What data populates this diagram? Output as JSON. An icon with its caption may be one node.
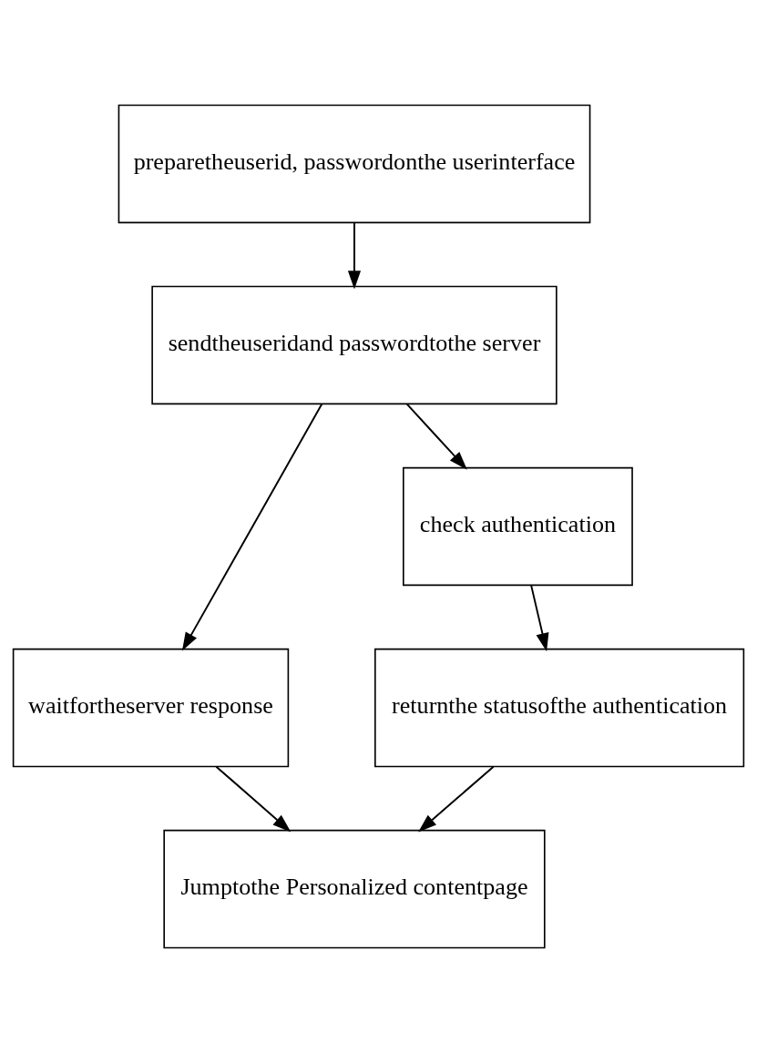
{
  "diagram": {
    "nodes": [
      {
        "text": [
          "preparetheuserid, passwordonthe userinterface"
        ]
      },
      {
        "text": [
          "sendtheuseridand passwordtothe server"
        ]
      },
      {
        "text": [
          "waitfortheserver response"
        ]
      },
      {
        "text": [
          "Jumptothe Personalized contentpage"
        ]
      },
      {
        "text": [
          "check authentication"
        ]
      },
      {
        "text": [
          "returnthe statusofthe authentication"
        ]
      }
    ],
    "edges": [
      {
        "from": 0,
        "to": 1,
        "arrow": "to"
      },
      {
        "from": 1,
        "to": 2,
        "arrow": "to"
      },
      {
        "from": 1,
        "to": 4,
        "arrow": "to"
      },
      {
        "from": 4,
        "to": 5,
        "arrow": "to"
      },
      {
        "from": 2,
        "to": 3,
        "arrow": "to"
      },
      {
        "from": 5,
        "to": 3,
        "arrow": "to"
      }
    ]
  }
}
